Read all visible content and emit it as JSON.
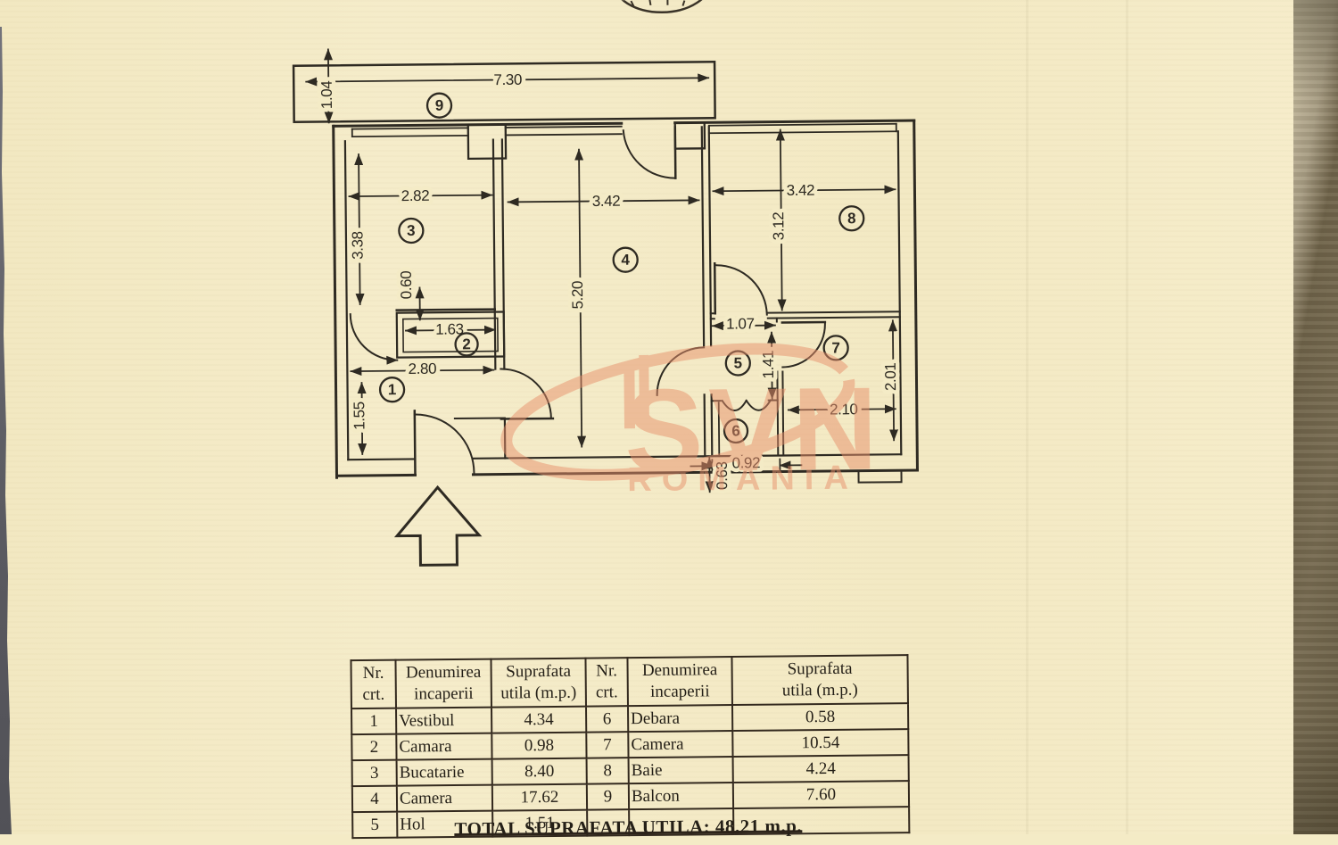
{
  "colors": {
    "paper": "#f4ebc6",
    "ink": "#2e2a22",
    "watermark": "#e8916c",
    "edge_dark": "#6f6349",
    "edge_gray": "#a89d83",
    "edge_left": "#5b5b61"
  },
  "watermark": {
    "brand": "SVN",
    "country": "ROMANIA"
  },
  "plan": {
    "room_numbers": [
      "1",
      "2",
      "3",
      "4",
      "5",
      "6",
      "7",
      "8",
      "9"
    ],
    "dims": {
      "balcony_w": "7.30",
      "balcony_d": "1.04",
      "r3_w": "2.82",
      "r3_h": "3.38",
      "r4_w": "3.42",
      "r4_h": "5.20",
      "r8_w": "3.42",
      "r8_h": "3.12",
      "camara_d": "0.60",
      "camara_w": "1.63",
      "vestibul_w": "2.80",
      "vestibul_h": "1.55",
      "hol_w": "1.07",
      "hol_h": "1.41",
      "r7_h": "2.01",
      "r7_w": "2.10",
      "debara_w": "0.92",
      "debara_d": "0.63"
    }
  },
  "table": {
    "header": {
      "nr1": "Nr.",
      "nr2": "crt.",
      "den1": "Denumirea",
      "den2": "incaperii",
      "sup1": "Suprafata",
      "sup2": "utila (m.p.)"
    },
    "left_rows": [
      [
        "1",
        "Vestibul",
        "4.34"
      ],
      [
        "2",
        "Camara",
        "0.98"
      ],
      [
        "3",
        "Bucatarie",
        "8.40"
      ],
      [
        "4",
        "Camera",
        "17.62"
      ],
      [
        "5",
        "Hol",
        "1.51"
      ]
    ],
    "right_rows": [
      [
        "6",
        "Debara",
        "0.58"
      ],
      [
        "7",
        "Camera",
        "10.54"
      ],
      [
        "8",
        "Baie",
        "4.24"
      ],
      [
        "9",
        "Balcon",
        "7.60"
      ],
      [
        "",
        "",
        ""
      ]
    ],
    "total": "TOTAL SUPRAFATA UTILA:  48.21 m.p."
  }
}
